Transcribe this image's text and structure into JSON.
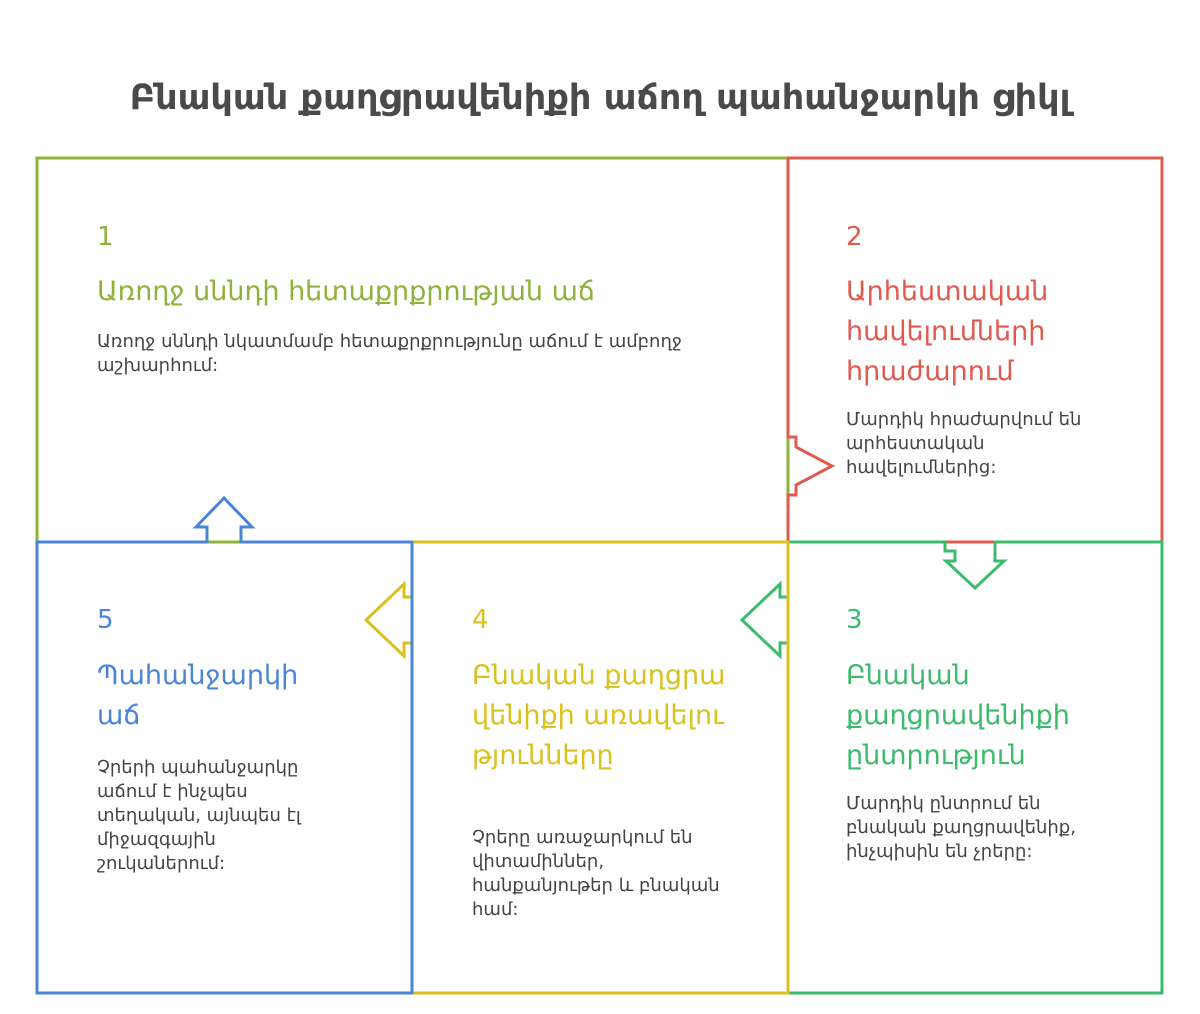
{
  "title": "Բնական քաղցրավենիքի աճող պահանջարկի ցիկլ",
  "steps": [
    {
      "number": "1",
      "heading": "Առողջ սննդի հետաքրքրության աճ",
      "description": "Առողջ սննդի նկատմամբ հետաքրքրությունը աճում է ամբողջ աշխարհում:",
      "color": "#8db33a"
    },
    {
      "number": "2",
      "heading": "Արհեստական հավելումների հրաժարում",
      "description": "Մարդիկ հրաժարվում են արհեստական հավելումներից:",
      "color": "#e05a4f"
    },
    {
      "number": "3",
      "heading": "Բնական քաղցրավենիքի ընտրություն",
      "description": "Մարդիկ ընտրում են բնական քաղցրավենիք, ինչպիսին են չրերը:",
      "color": "#3dbb6c"
    },
    {
      "number": "4",
      "heading": "Բնական քաղցրավենիքի առավելությունները",
      "description": "Չրերը առաջարկում են վիտամիններ, հանքանյութեր և բնական համ:",
      "color": "#d9c21f"
    },
    {
      "number": "5",
      "heading": "Պահանջարկի աճ",
      "description": "Չրերի պահանջարկը աճում է ինչպես տեղական, այնպես էլ միջազգային շուկաներում:",
      "color": "#4a85d8"
    }
  ]
}
